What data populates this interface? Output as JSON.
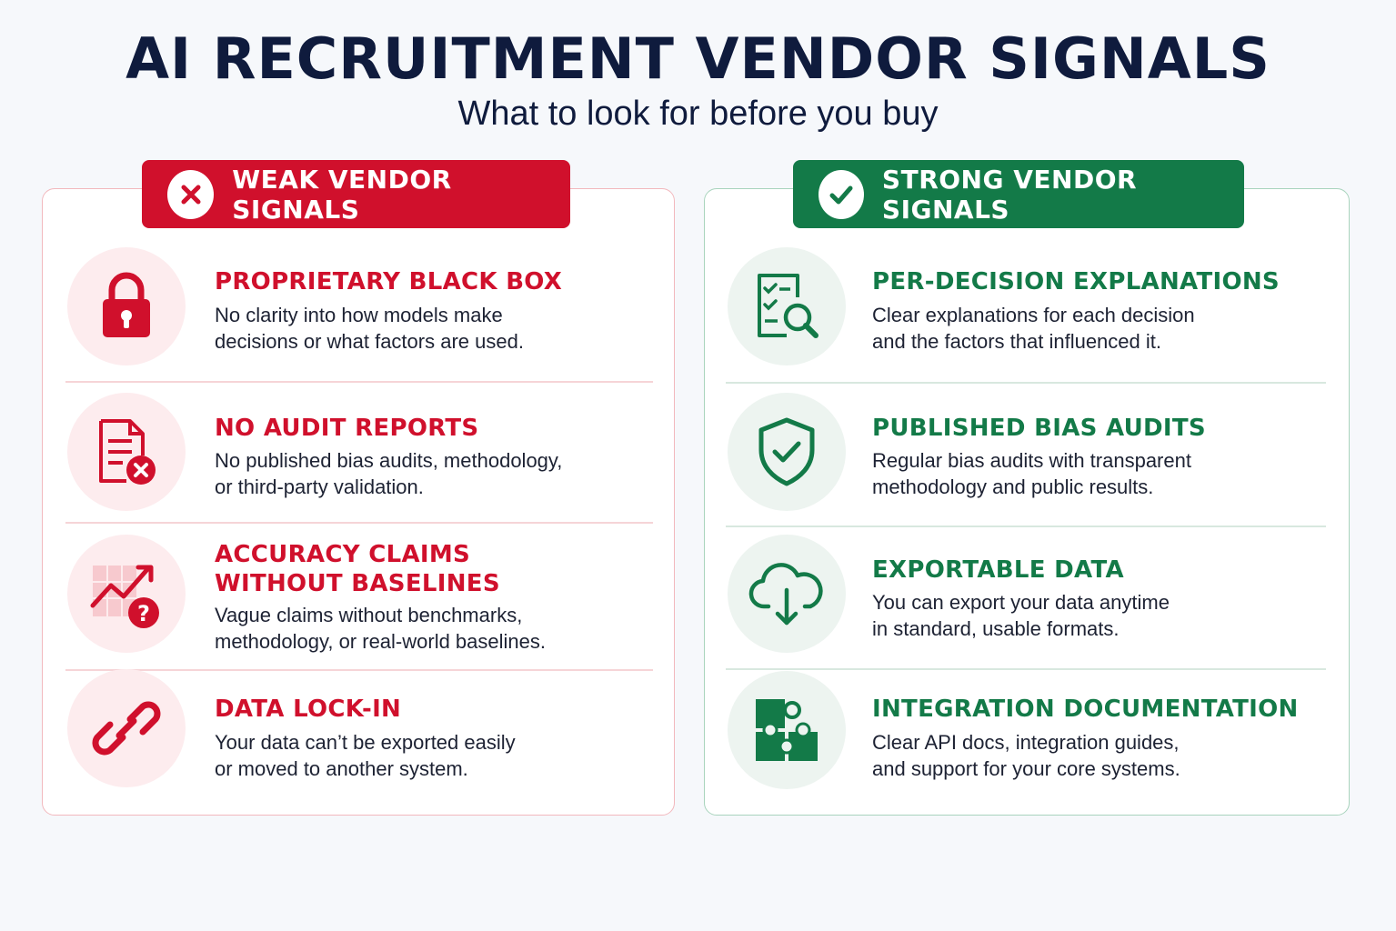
{
  "title": "AI RECRUITMENT VENDOR SIGNALS",
  "subtitle": "What to look for before you buy",
  "colors": {
    "weak": "#d0102c",
    "strong": "#137a48",
    "navy": "#0f1b3d"
  },
  "weak": {
    "label": "WEAK VENDOR SIGNALS",
    "badge_icon": "x-icon",
    "items": [
      {
        "icon": "lock-icon",
        "title": "PROPRIETARY BLACK BOX",
        "desc": "No clarity into how models make\ndecisions or what factors are used."
      },
      {
        "icon": "document-x-icon",
        "title": "NO AUDIT REPORTS",
        "desc": "No published bias audits, methodology,\nor third-party validation."
      },
      {
        "icon": "chart-question-icon",
        "title": "ACCURACY CLAIMS\nWITHOUT BASELINES",
        "desc": "Vague claims without benchmarks,\nmethodology, or real-world baselines."
      },
      {
        "icon": "broken-link-icon",
        "title": "DATA LOCK-IN",
        "desc": "Your data can’t be exported easily\nor moved to another system."
      }
    ]
  },
  "strong": {
    "label": "STRONG VENDOR SIGNALS",
    "badge_icon": "check-icon",
    "items": [
      {
        "icon": "document-search-icon",
        "title": "PER-DECISION EXPLANATIONS",
        "desc": "Clear explanations for each decision\nand the factors that influenced it."
      },
      {
        "icon": "shield-check-icon",
        "title": "PUBLISHED BIAS AUDITS",
        "desc": "Regular bias audits with transparent\nmethodology and public results."
      },
      {
        "icon": "cloud-download-icon",
        "title": "EXPORTABLE DATA",
        "desc": "You can export your data anytime\nin standard, usable formats."
      },
      {
        "icon": "puzzle-icon",
        "title": "INTEGRATION DOCUMENTATION",
        "desc": "Clear API docs, integration guides,\nand support for your core systems."
      }
    ]
  }
}
